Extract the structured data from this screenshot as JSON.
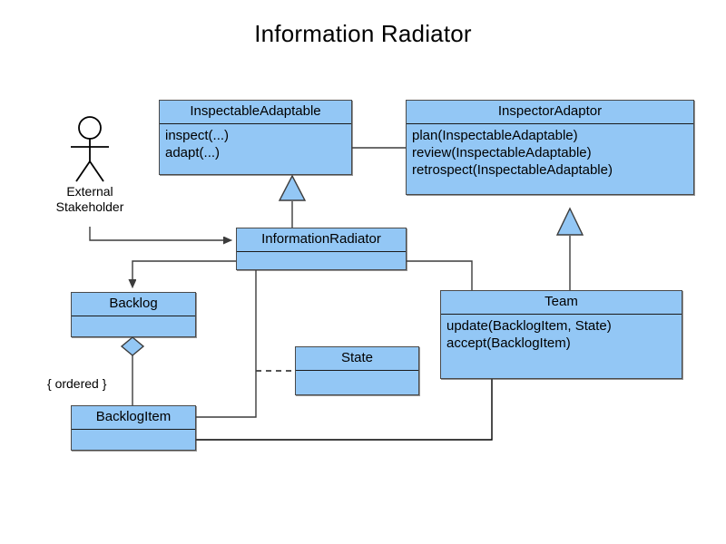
{
  "diagram": {
    "title": "Information Radiator",
    "type": "uml-class-diagram",
    "colors": {
      "class_fill": "#93c7f5",
      "class_border": "#4a4a4a",
      "line": "#3c3c3c",
      "text": "#000000",
      "background": "#ffffff"
    }
  },
  "actors": [
    {
      "name": "external-stakeholder",
      "label_line1": "External",
      "label_line2": "Stakeholder"
    }
  ],
  "classes": [
    {
      "id": "inspectable-adaptable",
      "name": "InspectableAdaptable",
      "operations": [
        "inspect(...)",
        "adapt(...)"
      ]
    },
    {
      "id": "inspector-adaptor",
      "name": "InspectorAdaptor",
      "operations": [
        "plan(InspectableAdaptable)",
        "review(InspectableAdaptable)",
        "retrospect(InspectableAdaptable)"
      ]
    },
    {
      "id": "information-radiator",
      "name": "InformationRadiator",
      "operations": []
    },
    {
      "id": "backlog",
      "name": "Backlog",
      "operations": []
    },
    {
      "id": "state",
      "name": "State",
      "operations": []
    },
    {
      "id": "team",
      "name": "Team",
      "operations": [
        "update(BacklogItem, State)",
        "accept(BacklogItem)"
      ]
    },
    {
      "id": "backlog-item",
      "name": "BacklogItem",
      "operations": []
    }
  ],
  "annotations": [
    {
      "id": "ordered-constraint",
      "text": "{ ordered }"
    }
  ]
}
